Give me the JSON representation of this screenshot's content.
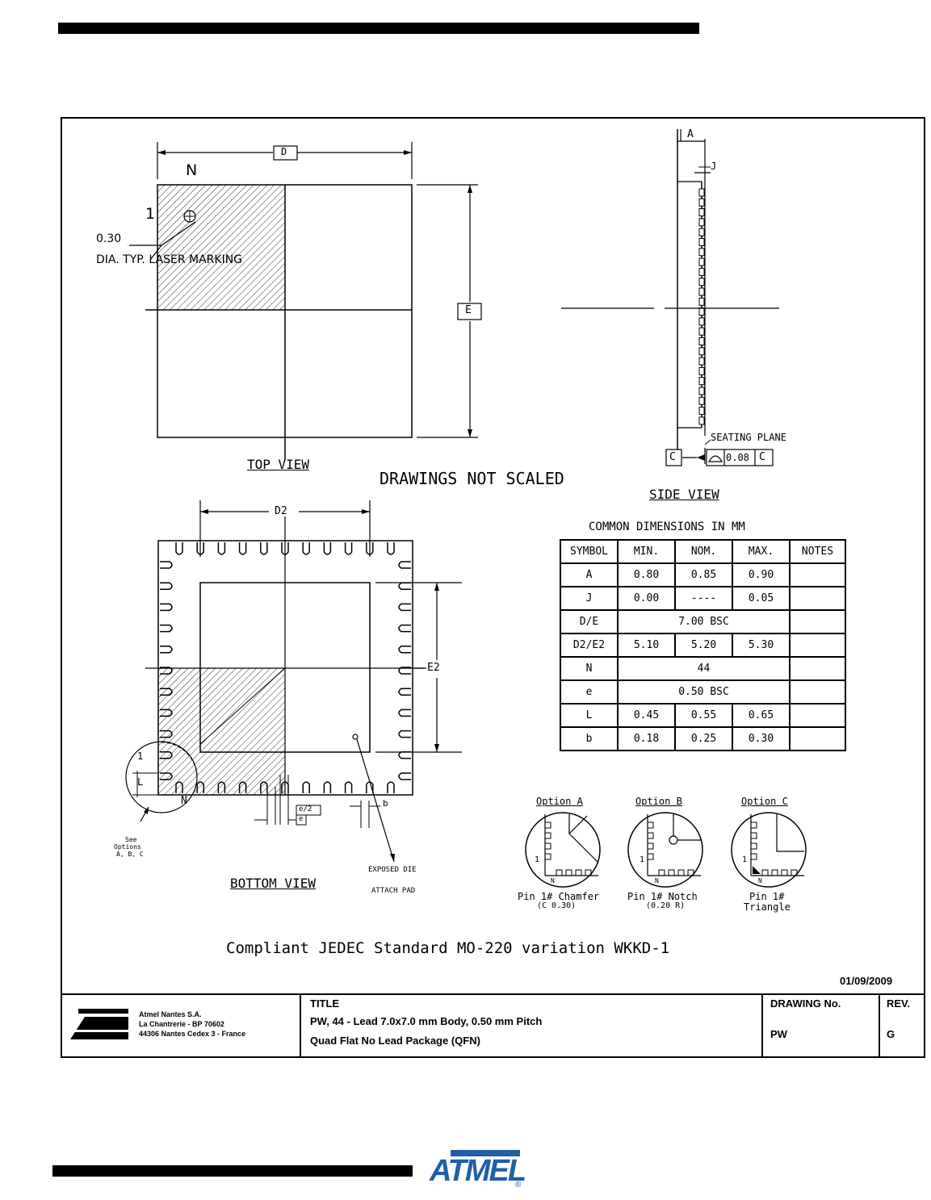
{
  "top_view": {
    "label": "TOP VIEW",
    "dim_d": "D",
    "dim_e": "E",
    "pin_n": "N",
    "pin_1": "1",
    "marking_size": "0.30",
    "marking_note": "DIA. TYP. LASER MARKING"
  },
  "side_view": {
    "label": "SIDE VIEW",
    "dim_a": "A",
    "dim_j": "J",
    "seating_plane": "SEATING PLANE",
    "datum_c": "C",
    "flatness_value": "0.08",
    "flatness_datum": "C"
  },
  "bottom_view": {
    "label": "BOTTOM VIEW",
    "dim_d2": "D2",
    "dim_e2": "E2",
    "pin_1": "1",
    "pin_n": "N",
    "dim_l": "L",
    "dim_b": "b",
    "dim_e_half": "e/2",
    "dim_e": "e",
    "options_note_1": "See",
    "options_note_2": "Options",
    "options_note_3": "A, B, C",
    "exposed_die_1": "EXPOSED DIE",
    "exposed_die_2": "ATTACH PAD"
  },
  "not_scaled": "DRAWINGS NOT SCALED",
  "dimensions_table": {
    "title": "COMMON DIMENSIONS IN MM",
    "headers": [
      "SYMBOL",
      "MIN.",
      "NOM.",
      "MAX.",
      "NOTES"
    ],
    "rows": [
      {
        "symbol": "A",
        "min": "0.80",
        "nom": "0.85",
        "max": "0.90",
        "notes": ""
      },
      {
        "symbol": "J",
        "min": "0.00",
        "nom": "----",
        "max": "0.05",
        "notes": ""
      },
      {
        "symbol": "D/E",
        "span": "7.00  BSC",
        "notes": ""
      },
      {
        "symbol": "D2/E2",
        "min": "5.10",
        "nom": "5.20",
        "max": "5.30",
        "notes": ""
      },
      {
        "symbol": "N",
        "span": "44",
        "notes": ""
      },
      {
        "symbol": "e",
        "span": "0.50  BSC",
        "notes": ""
      },
      {
        "symbol": "L",
        "min": "0.45",
        "nom": "0.55",
        "max": "0.65",
        "notes": ""
      },
      {
        "symbol": "b",
        "min": "0.18",
        "nom": "0.25",
        "max": "0.30",
        "notes": ""
      }
    ]
  },
  "options": [
    {
      "title": "Option A",
      "caption_1": "Pin 1# Chamfer",
      "caption_2": "(C 0.30)",
      "pin_1": "1",
      "pin_n": "N"
    },
    {
      "title": "Option B",
      "caption_1": "Pin 1# Notch",
      "caption_2": "(0.20 R)",
      "pin_1": "1",
      "pin_n": "N"
    },
    {
      "title": "Option C",
      "caption_1": "Pin 1#",
      "caption_2": "Triangle",
      "pin_1": "1",
      "pin_n": "N"
    }
  ],
  "compliance": "Compliant JEDEC Standard MO-220 variation WKKD-1",
  "date": "01/09/2009",
  "title_block": {
    "company_1": "Atmel Nantes S.A.",
    "company_2": "La Chantrerie - BP 70602",
    "company_3": "44306 Nantes Cedex 3 - France",
    "title_label": "TITLE",
    "title_line_1": "PW, 44 - Lead 7.0x7.0 mm Body, 0.50 mm Pitch",
    "title_line_2": "Quad Flat No Lead Package (QFN)",
    "drawing_no_label": "DRAWING No.",
    "drawing_no": "PW",
    "rev_label": "REV.",
    "rev": "G"
  },
  "footer_logo": "ATMEL",
  "footer_logo_mark": "®"
}
